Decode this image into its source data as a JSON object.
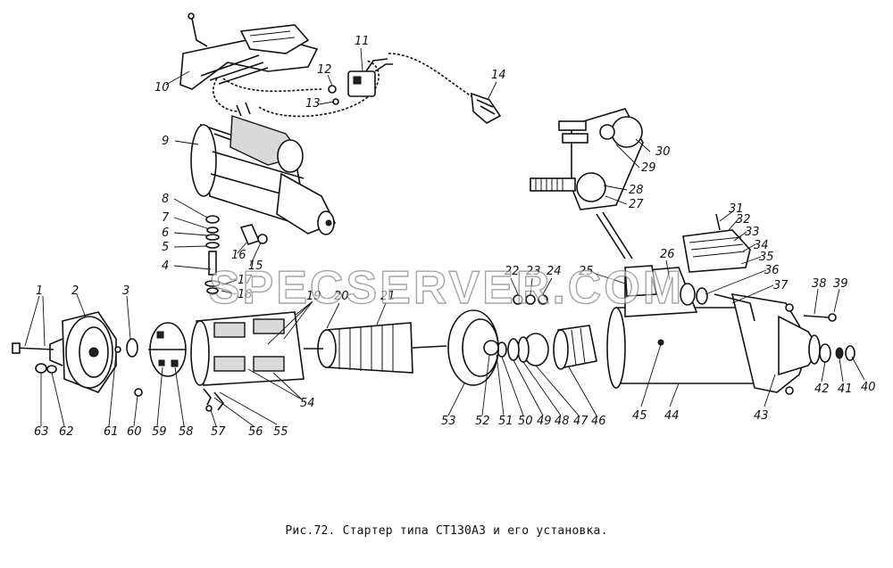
{
  "caption": "Рис.72. Стартер типа СТ130А3 и его установка.",
  "watermark": "SPECSERVER.COM",
  "callouts": [
    "1",
    "2",
    "3",
    "4",
    "5",
    "6",
    "7",
    "8",
    "9",
    "10",
    "11",
    "12",
    "13",
    "14",
    "15",
    "16",
    "17",
    "18",
    "19",
    "20",
    "21",
    "22",
    "23",
    "24",
    "25",
    "26",
    "27",
    "28",
    "29",
    "30",
    "31",
    "32",
    "33",
    "34",
    "35",
    "36",
    "37",
    "38",
    "39",
    "40",
    "41",
    "42",
    "43",
    "44",
    "45",
    "46",
    "47",
    "48",
    "49",
    "50",
    "51",
    "52",
    "53",
    "54",
    "55",
    "56",
    "57",
    "58",
    "59",
    "60",
    "61",
    "62",
    "63"
  ]
}
